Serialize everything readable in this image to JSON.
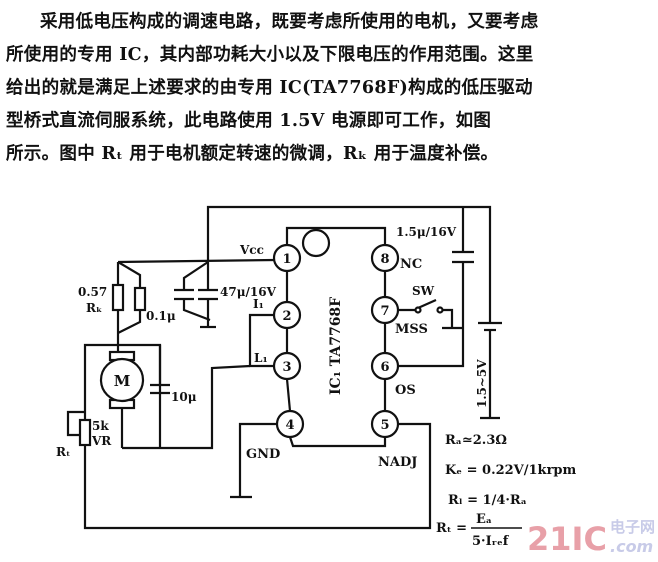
{
  "paragraph": [
    "采用低电压构成的调速电路，既要考虑所使用的电机，又要考虑",
    "所使用的专用 IC，其内部功耗大小以及下限电压的作用范围。这里",
    "给出的就是满足上述要求的由专用 IC(TA7768F)构成的低压驱动",
    "型桥式直流伺服系统，此电路使用 1.5V 电源即可工作，如图",
    "所示。图中 Rₜ 用于电机额定转速的微调，Rₖ 用于温度补偿。"
  ],
  "diagram": {
    "ic_label": "IC₁  TA7768F",
    "pins": [
      "1",
      "2",
      "3",
      "4",
      "5",
      "6",
      "7",
      "8"
    ],
    "pin_labels": {
      "vcc": "Vcc",
      "i": "I₁",
      "l": "L₁",
      "gnd": "GND",
      "nadj": "NADJ",
      "os": "OS",
      "mss": "MSS",
      "sw": "SW",
      "nc": "NC"
    },
    "components": {
      "rk_value": "0.57",
      "rk_label": "Rₖ",
      "cap1": "0.1μ",
      "cap2": "47μ/16V",
      "cap3": "1.5μ/16V",
      "cap4": "10μ",
      "motor": "M",
      "vr_value": "5k",
      "vr_label": "VR",
      "rt_label": "Rₜ",
      "battery": "1.5~5V"
    },
    "formulas": [
      "Rₐ≃2.3Ω",
      "Kₑ = 0.22V/1krpm",
      "Rₗ = 1/4·Rₐ"
    ],
    "rt_formula": {
      "lhs": "Rₜ =",
      "num": "Eₐ",
      "den": "5·Iᵣₑf"
    }
  },
  "watermark": {
    "logo": "21IC",
    "cn": "电子网",
    "domain": ".com",
    "color": "#e8a0a8"
  }
}
